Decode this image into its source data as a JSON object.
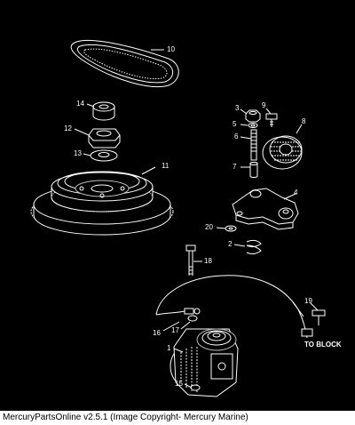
{
  "caption": "MercuryPartsOnline v2.5.1 (Image Copyright- Mercury Marine)",
  "to_block_label": "TO BLOCK",
  "callouts": [
    "10",
    "14",
    "12",
    "13",
    "11",
    "3",
    "9",
    "8",
    "5",
    "6",
    "7",
    "4",
    "20",
    "2",
    "18",
    "19",
    "16",
    "17",
    "1",
    "15"
  ]
}
